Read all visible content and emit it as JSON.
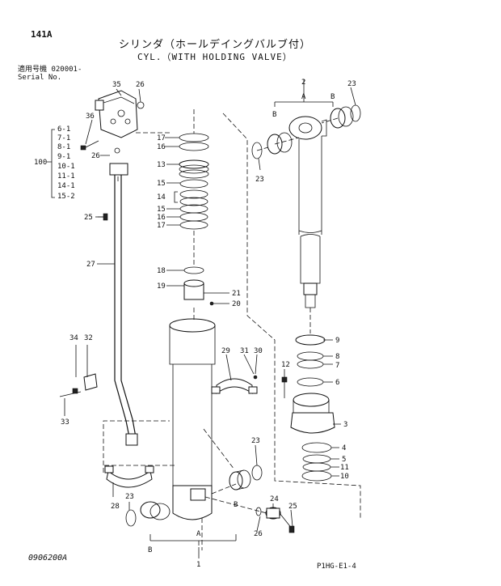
{
  "header": {
    "page_number": "141A",
    "title_jp": "シリンダ（ホールデイングバルブ付）",
    "title_en": "CYL.（WITH HOLDING VALVE）",
    "serial_label_jp": "適用号機",
    "serial_value": "020001-",
    "serial_label_en": "Serial No."
  },
  "footer": {
    "document_number": "0906200A",
    "figure_code": "P1HG-E1-4"
  },
  "group_100": {
    "label": "100",
    "items": [
      "6-1",
      "7-1",
      "8-1",
      "9-1",
      "10-1",
      "11-1",
      "14-1",
      "15-2"
    ]
  },
  "part_labels": {
    "p35": "35",
    "p26a": "26",
    "p36": "36",
    "p26b": "26",
    "p25a": "25",
    "p27": "27",
    "p34": "34",
    "p32": "32",
    "p33": "33",
    "p28": "28",
    "p23a": "23",
    "p23b": "23",
    "p17a": "17",
    "p16a": "16",
    "p13": "13",
    "p15a": "15",
    "p14": "14",
    "p15b": "15",
    "p16b": "16",
    "p17b": "17",
    "p18": "18",
    "p19": "19",
    "p21": "21",
    "p20": "20",
    "p29": "29",
    "p31": "31",
    "p30": "30",
    "p23c": "23",
    "p24": "24",
    "p25b": "25",
    "p26c": "26",
    "p1": "1",
    "p2": "2",
    "p23d": "23",
    "p12": "12",
    "p9": "9",
    "p8": "8",
    "p7": "7",
    "p6": "6",
    "p3": "3",
    "p4": "4",
    "p5": "5",
    "p11": "11",
    "p10": "10"
  },
  "view_markers": {
    "a_top": "A",
    "b_top_left": "B",
    "b_top_right": "B",
    "a_bottom": "A",
    "b_bottom_left": "B",
    "b_bottom_right": "B"
  }
}
